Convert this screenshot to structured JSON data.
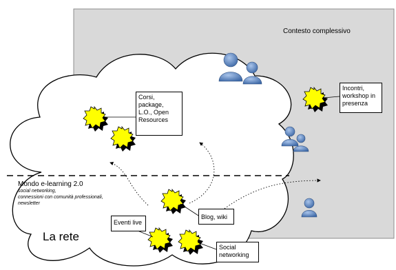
{
  "context": {
    "title": "Contesto complessivo"
  },
  "network": {
    "title": "La rete",
    "elearning_title": "Mondo e-learning 2.0",
    "elearning_lines": [
      "social networking,",
      "connessioni con comunità professionali,",
      "newsletter"
    ]
  },
  "callouts": {
    "corsi": "Corsi,\npackage,\nL.O., Open\nResources",
    "incontri": "Incontri,\nworkshop in\npresenza",
    "blog": "Blog, wiki",
    "eventi": "Eventi live",
    "social": "Social\nnetworking"
  },
  "colors": {
    "context_fill": "#d9d9d9",
    "star_fill": "#ffff00",
    "star_shadow": "#000000",
    "person_fill": "#5b86c0"
  },
  "icons": [
    "star-burst-icon",
    "people-icon",
    "person-icon",
    "dotted-arrow"
  ]
}
